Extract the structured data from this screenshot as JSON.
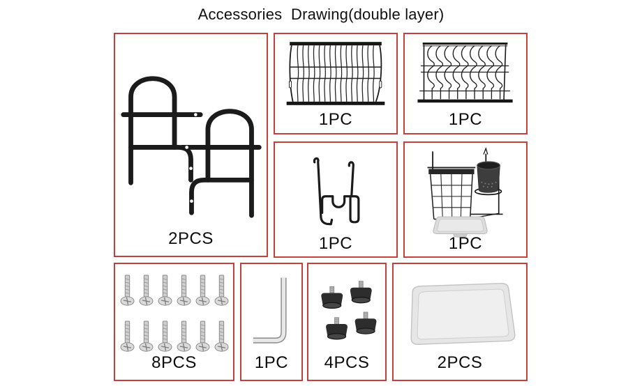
{
  "title": "Accessories  Drawing(double layer)",
  "colors": {
    "panel_border": "#c4403c",
    "line_dark": "#1b1b1b"
  },
  "panels": {
    "side_frames": {
      "label": "2PCS",
      "item": "side-frame-panels"
    },
    "dish_rack_flat": {
      "label": "1PC",
      "item": "wire-dish-rack"
    },
    "dish_rack_wavy": {
      "label": "1PC",
      "item": "wire-plate-rack"
    },
    "hanging_bracket": {
      "label": "1PC",
      "item": "wire-hanging-bracket"
    },
    "cutlery_holder": {
      "label": "1PC",
      "item": "cutlery-basket-with-cup-and-tray"
    },
    "screws": {
      "label": "8PCS",
      "item": "mounting-screws"
    },
    "allen_key": {
      "label": "1PC",
      "item": "allen-wrench"
    },
    "rubber_feet": {
      "label": "4PCS",
      "item": "adjustable-rubber-feet"
    },
    "drip_tray": {
      "label": "2PCS",
      "item": "drain-tray"
    }
  }
}
